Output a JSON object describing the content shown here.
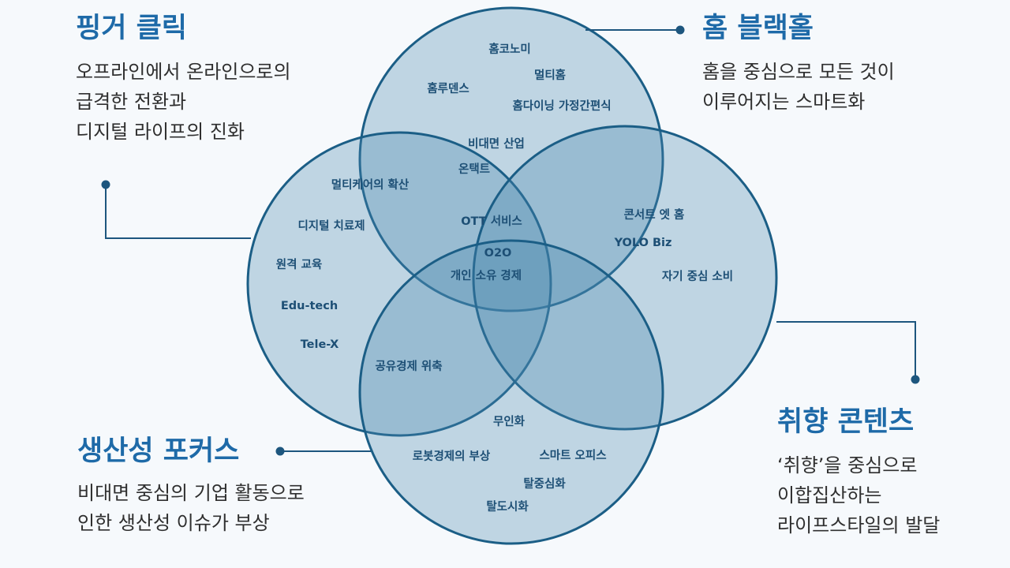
{
  "blocks": {
    "top_left": {
      "title": "핑거 클릭",
      "lines": [
        "오프라인에서 온라인으로의",
        "급격한 전환과",
        "디지털 라이프의 진화"
      ]
    },
    "top_right": {
      "title": "홈 블랙홀",
      "lines": [
        "홈을 중심으로 모든 것이",
        "이루어지는 스마트화"
      ]
    },
    "bottom_right": {
      "title": "취향 콘텐츠",
      "lines": [
        "‘취향’을 중심으로",
        "이합집산하는",
        "라이프스타일의 발달"
      ]
    },
    "bottom_left": {
      "title": "생산성 포커스",
      "lines": [
        "비대면 중심의 기업 활동으로",
        "인한 생산성 이슈가 부상"
      ]
    }
  },
  "terms": {
    "home_economy": "홈코노미",
    "multi_home": "멀티홈",
    "home_dense": "홈루덴스",
    "home_dining": "홈다이닝 가정간편식",
    "untact_industry": "비대면 산업",
    "ontact": "온택트",
    "multicare": "멀티케어의 확산",
    "digital_therapy": "디지털 치료제",
    "remote_edu": "원격 교육",
    "edutech": "Edu-tech",
    "telex": "Tele-X",
    "ott": "OTT 서비스",
    "o2o": "O2O",
    "personal_own": "개인 소유 경제",
    "concert": "콘서트 엣 홈",
    "yolo": "YOLO Biz",
    "self_consume": "자기 중심 소비",
    "sharing": "공유경제 위축",
    "unmanned": "무인화",
    "robot": "로봇경제의 부상",
    "smart_office": "스마트 오피스",
    "decentral": "탈중심화",
    "deurban": "탈도시화"
  },
  "colors": {
    "title": "#1e6aa8",
    "text": "#2f2f2f",
    "circle_fill": "#4a89ae",
    "circle_stroke": "#1b5e86",
    "term": "#1d4f75",
    "connector": "#1d567e",
    "background": "#f6f9fc"
  }
}
